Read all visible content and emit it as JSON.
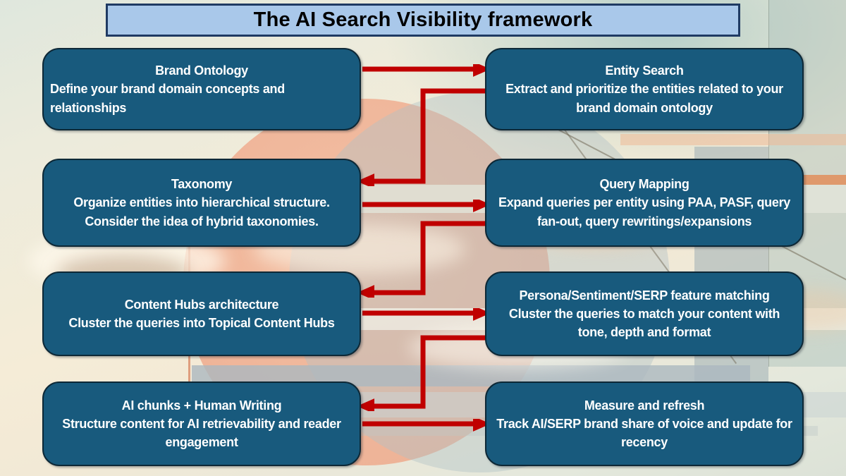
{
  "title": "The AI Search Visibility framework",
  "colors": {
    "box_fill": "#185a7d",
    "box_border": "#0d2836",
    "box_text": "#ffffff",
    "title_fill": "#a9c8ea",
    "title_border": "#1f3a63",
    "title_text": "#000000",
    "arrow": "#c00000",
    "sky_warm": "#f5ecd7",
    "sky_cool": "#dfe7dd",
    "sun": "#f0b194",
    "panel": "#a8b5a7",
    "beam": "#c3ced2"
  },
  "boxes": [
    {
      "id": "brand-ontology",
      "column": "left",
      "row": 1,
      "title": "Brand Ontology",
      "body": "Define your brand domain concepts and relationships"
    },
    {
      "id": "entity-search",
      "column": "right",
      "row": 1,
      "title": "Entity Search",
      "body": "Extract and prioritize the entities related to your brand domain ontology"
    },
    {
      "id": "taxonomy",
      "column": "left",
      "row": 2,
      "title": "Taxonomy",
      "body": "Organize entities into hierarchical structure. Consider the idea of hybrid taxonomies."
    },
    {
      "id": "query-mapping",
      "column": "right",
      "row": 2,
      "title": "Query Mapping",
      "body": "Expand queries per entity using PAA, PASF, query fan-out, query rewritings/expansions"
    },
    {
      "id": "content-hubs-architecture",
      "column": "left",
      "row": 3,
      "title": "Content Hubs architecture",
      "body": "Cluster the queries into Topical Content Hubs"
    },
    {
      "id": "persona-sentiment-serp-feature-matching",
      "column": "right",
      "row": 3,
      "title": "Persona/Sentiment/SERP feature matching",
      "body": "Cluster the queries to match your content with tone, depth and format"
    },
    {
      "id": "ai-chunks-human-writing",
      "column": "left",
      "row": 4,
      "title": "AI chunks + Human Writing",
      "body": "Structure content for AI retrievability and reader engagement"
    },
    {
      "id": "measure-and-refresh",
      "column": "right",
      "row": 4,
      "title": "Measure and refresh",
      "body": "Track AI/SERP brand share of voice and update for recency"
    }
  ],
  "flow": [
    {
      "from": "brand-ontology",
      "to": "entity-search"
    },
    {
      "from": "entity-search",
      "to": "taxonomy"
    },
    {
      "from": "taxonomy",
      "to": "query-mapping"
    },
    {
      "from": "query-mapping",
      "to": "content-hubs-architecture"
    },
    {
      "from": "content-hubs-architecture",
      "to": "persona-sentiment-serp-feature-matching"
    },
    {
      "from": "persona-sentiment-serp-feature-matching",
      "to": "ai-chunks-human-writing"
    },
    {
      "from": "ai-chunks-human-writing",
      "to": "measure-and-refresh"
    }
  ]
}
